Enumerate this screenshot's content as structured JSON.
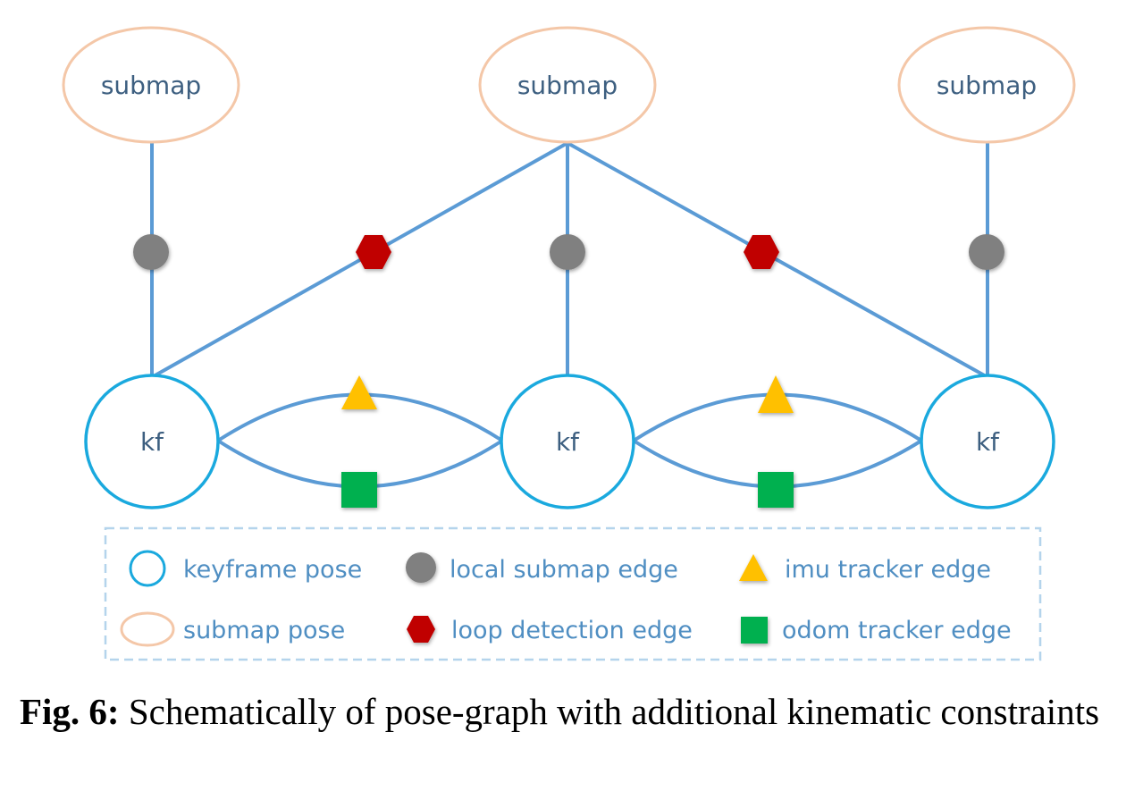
{
  "nodes": {
    "submap_labels": [
      "submap",
      "submap",
      "submap"
    ],
    "keyframe_labels": [
      "kf",
      "kf",
      "kf"
    ]
  },
  "legend": {
    "keyframe_pose": "keyframe pose",
    "submap_pose": "submap pose",
    "local_submap_edge": "local submap edge",
    "loop_detection_edge": "loop detection edge",
    "imu_tracker_edge": "imu tracker edge",
    "odom_tracker_edge": "odom tracker edge"
  },
  "caption": {
    "label": "Fig. 6:",
    "text": "Schematically of pose-graph with additional kinematic constraints"
  },
  "colors": {
    "edge_line": "#5b9bd5",
    "keyframe_stroke": "#1aa9de",
    "submap_stroke": "#f4c7a8",
    "local_submap_marker": "#808080",
    "loop_detection_marker": "#c00000",
    "imu_marker": "#ffc000",
    "odom_marker": "#00b050",
    "legend_border": "#b4d4ec"
  }
}
